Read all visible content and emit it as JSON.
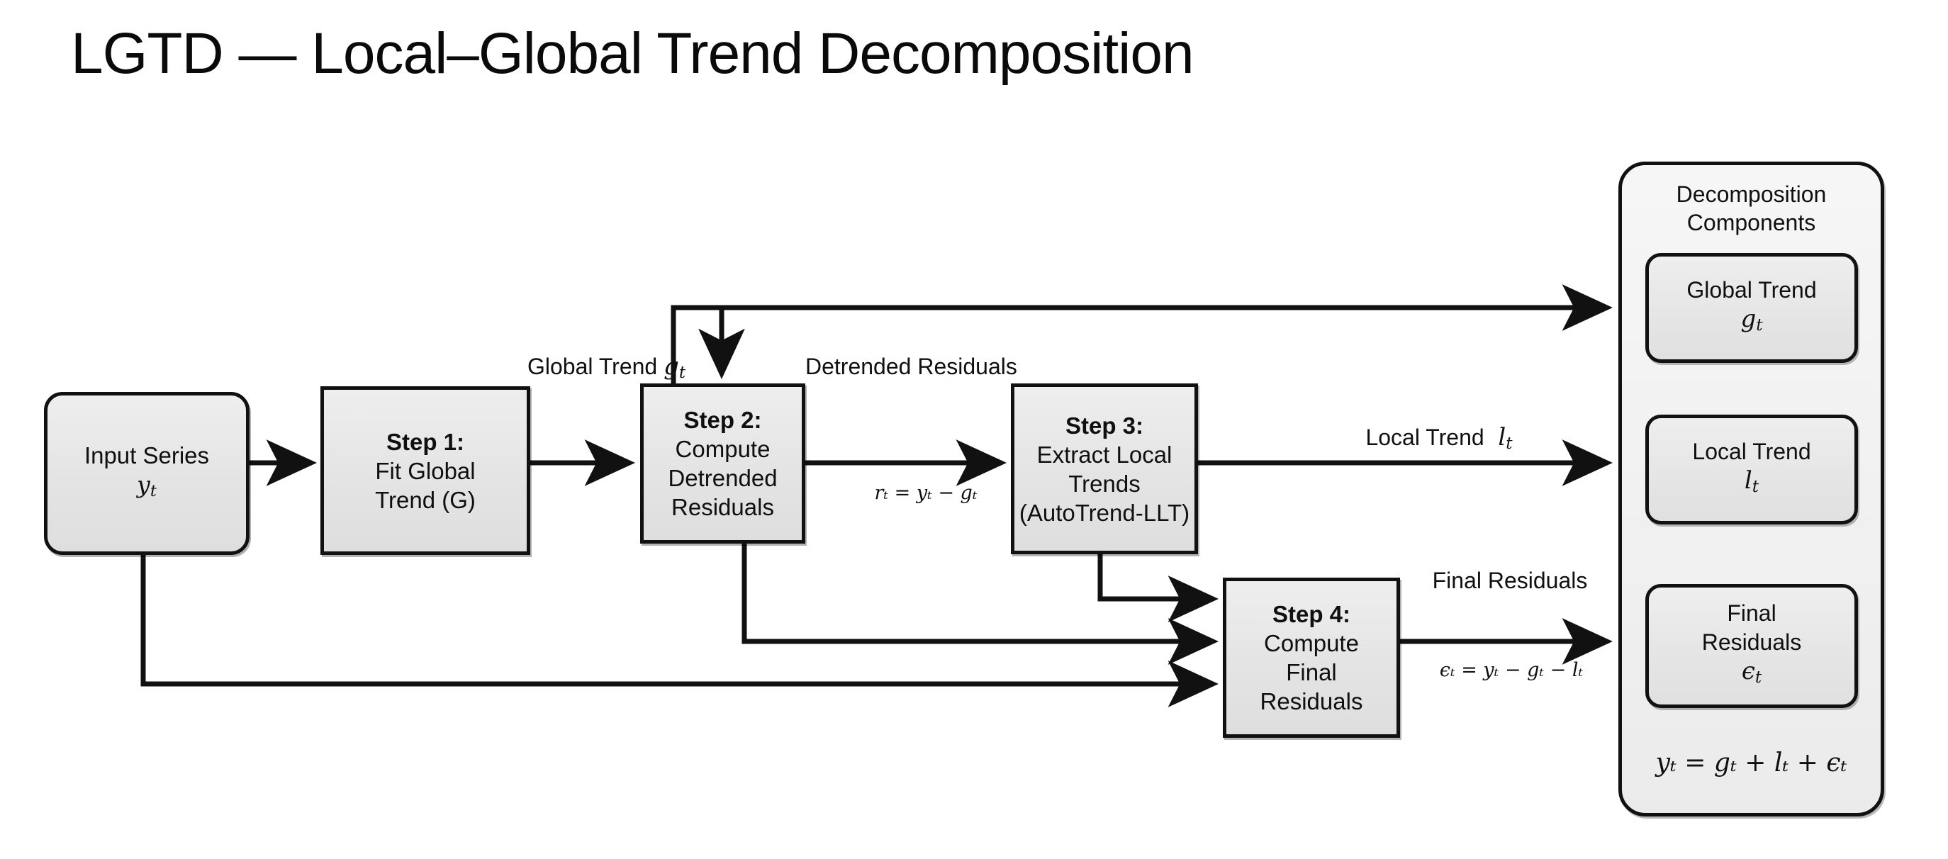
{
  "page": {
    "title": "LGTD — Local–Global Trend Decomposition",
    "background_color": "#ffffff",
    "node_fill_color": "#e8e8e8",
    "node_stroke_color": "#111111",
    "panel_fill_color": "#f2f2f2"
  },
  "nodes": {
    "input": {
      "label": "Input Series",
      "symbol": "y",
      "symbol_sub": "t"
    },
    "step1": {
      "header": "Step 1:",
      "line1": "Fit Global",
      "line2": "Trend (G)"
    },
    "step2": {
      "header": "Step 2:",
      "line1": "Compute",
      "line2": "Detrended",
      "line3": "Residuals"
    },
    "step3": {
      "header": "Step 3:",
      "line1": "Extract Local",
      "line2": "Trends",
      "line3": "(AutoTrend-LLT)"
    },
    "step4": {
      "header": "Step 4:",
      "line1": "Compute",
      "line2": "Final",
      "line3": "Residuals"
    }
  },
  "edge_labels": {
    "global_trend": {
      "line1": "Global",
      "line2": "Trend",
      "symbol": "g",
      "symbol_sub": "t"
    },
    "detrended_residuals": {
      "line1": "Detrended",
      "line2": "Residuals",
      "formula": "rₜ = yₜ − gₜ"
    },
    "local_trend": {
      "text": "Local Trend",
      "symbol": "l",
      "symbol_sub": "t"
    },
    "final_residuals": {
      "line1": "Final",
      "line2": "Residuals",
      "formula": "ϵₜ = yₜ − gₜ − lₜ"
    }
  },
  "panel": {
    "title_line1": "Decomposition",
    "title_line2": "Components",
    "components": [
      {
        "label": "Global Trend",
        "symbol": "g",
        "symbol_sub": "t"
      },
      {
        "label": "Local Trend",
        "symbol": "l",
        "symbol_sub": "t"
      },
      {
        "label_line1": "Final",
        "label_line2": "Residuals",
        "symbol": "ϵ",
        "symbol_sub": "t"
      }
    ],
    "equation": "yₜ = gₜ + lₜ + ϵₜ"
  }
}
